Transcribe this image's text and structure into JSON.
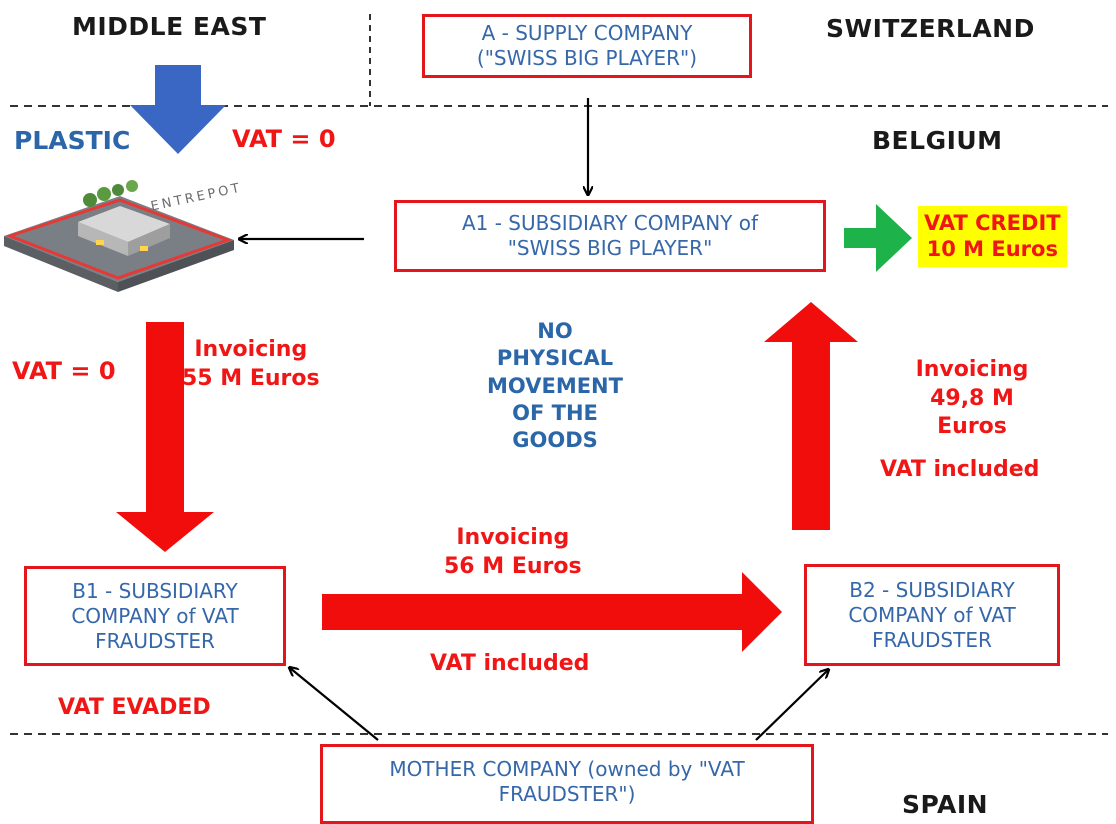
{
  "regions": {
    "middle_east": "MIDDLE  EAST",
    "switzerland": "SWITZERLAND",
    "belgium": "BELGIUM",
    "spain": "SPAIN"
  },
  "labels": {
    "plastic": "PLASTIC",
    "vat_zero_top": "VAT = 0",
    "vat_zero_left": "VAT = 0",
    "warehouse_sign": "ENTREPOT",
    "vat_credit_line1": "VAT CREDIT",
    "vat_credit_line2": "10 M Euros",
    "invoicing_55_line1": "Invoicing",
    "invoicing_55_line2": "55 M Euros",
    "no_movement": [
      "NO",
      "PHYSICAL",
      "MOVEMENT",
      "OF THE",
      "GOODS"
    ],
    "invoicing_498": [
      "Invoicing",
      "49,8 M",
      "Euros"
    ],
    "vat_included_right": "VAT included",
    "invoicing_56_line1": "Invoicing",
    "invoicing_56_line2": "56 M Euros",
    "vat_included_bottom": "VAT included",
    "vat_evaded": "VAT EVADED"
  },
  "boxes": {
    "supply_company": [
      "A - SUPPLY COMPANY",
      "(\"SWISS BIG PLAYER\")"
    ],
    "subsidiary_a1": [
      "A1 - SUBSIDIARY COMPANY of",
      "\"SWISS BIG PLAYER\""
    ],
    "subsidiary_b1": [
      "B1 - SUBSIDIARY",
      "COMPANY of VAT",
      "FRAUDSTER"
    ],
    "subsidiary_b2": [
      "B2 - SUBSIDIARY",
      "COMPANY of VAT",
      "FRAUDSTER"
    ],
    "mother_company": [
      "MOTHER COMPANY (owned by \"VAT",
      "FRAUDSTER\")"
    ]
  },
  "colors": {
    "flow_red": "#f20d0d",
    "box_border": "#e2161b",
    "box_text": "#3567a9",
    "import_arrow_blue": "#3a66c4",
    "credit_arrow_green": "#1db24a",
    "highlight_yellow": "#ffff00"
  }
}
